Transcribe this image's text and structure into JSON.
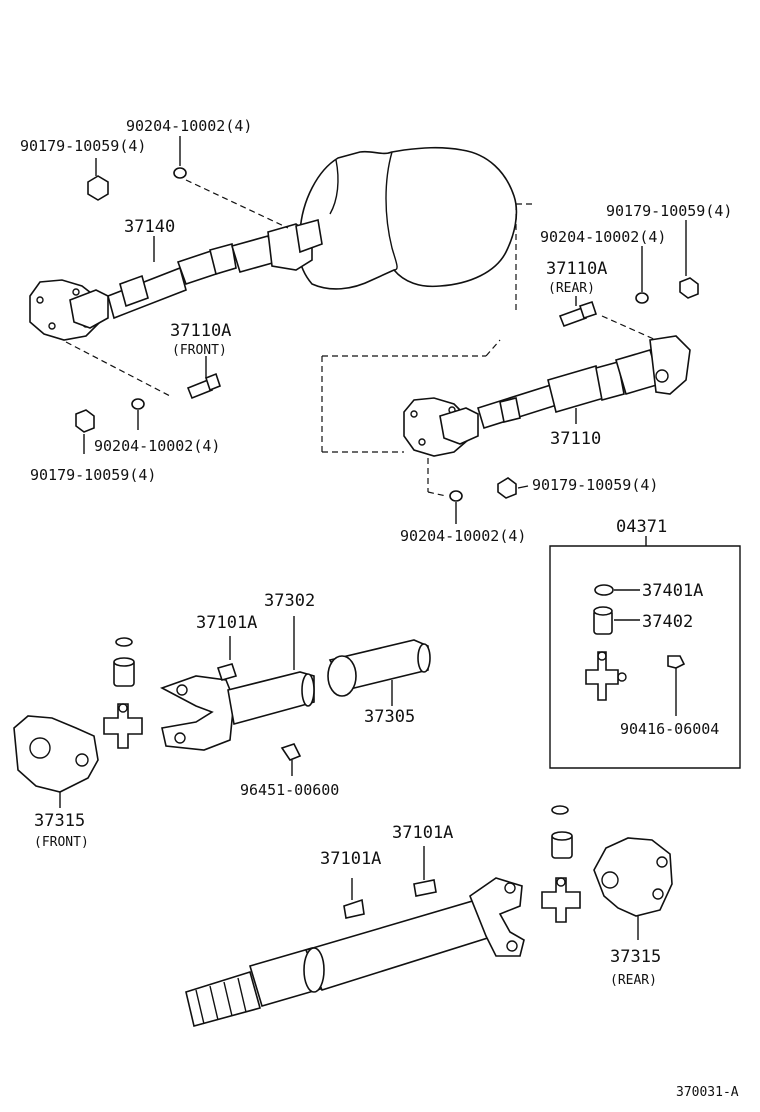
{
  "labels": {
    "top_bolt_90204": "90204-10002(4)",
    "top_nut_90179": "90179-10059(4)",
    "shaft_37140": "37140",
    "bolt_37110a_front": "37110A",
    "front_tag": "(FRONT)",
    "left_washer_90204": "90204-10002(4)",
    "left_nut_90179": "90179-10059(4)",
    "right_nut_90179_top": "90179-10059(4)",
    "right_washer_90204_top": "90204-10002(4)",
    "bolt_37110a_rear": "37110A",
    "rear_tag": "(REAR)",
    "shaft_37110": "37110",
    "right_nut_90179_mid": "90179-10059(4)",
    "mid_washer_90204": "90204-10002(4)",
    "kit_04371": "04371",
    "kit_37401a": "37401A",
    "kit_37402": "37402",
    "kit_90416": "90416-06004",
    "yoke_37302": "37302",
    "plate_37101a_upper": "37101A",
    "sleeve_37305": "37305",
    "fitting_96451": "96451-00600",
    "flange_37315_front": "37315",
    "flange_front_tag": "(FRONT)",
    "plate_37101a_lower_right": "37101A",
    "plate_37101a_lower_left": "37101A",
    "flange_37315_rear": "37315",
    "flange_rear_tag": "(REAR)",
    "figure_code": "370031-A"
  }
}
